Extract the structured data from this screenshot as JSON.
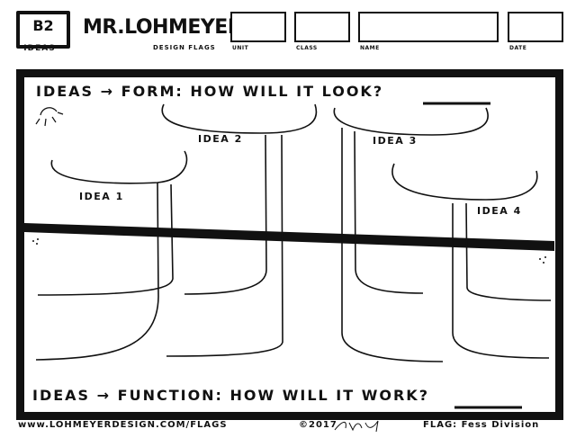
{
  "header": {
    "code": "B2",
    "code_label": "IDEAS",
    "logo_text": "MR.LOHMEYER'S",
    "logo_subtitle": "DESIGN FLAGS",
    "fields": [
      {
        "label": "UNIT"
      },
      {
        "label": "CLASS"
      },
      {
        "label": "NAME"
      },
      {
        "label": "DATE"
      }
    ]
  },
  "main": {
    "top_heading": {
      "prefix": "IDEAS",
      "arrow": "→",
      "text": "FORM: HOW WILL IT ",
      "emphasis": "LOOK",
      "suffix": "?"
    },
    "bottom_heading": {
      "prefix": "IDEAS",
      "arrow": "→",
      "text": "FUNCTION: HOW WILL IT ",
      "emphasis": "WORK",
      "suffix": "?"
    },
    "ideas": [
      {
        "label": "IDEA 1"
      },
      {
        "label": "IDEA 2"
      },
      {
        "label": "IDEA 3"
      },
      {
        "label": "IDEA 4"
      }
    ]
  },
  "footer": {
    "website": "www.LOHMEYERDESIGN.COM/FLAGS",
    "copyright": "©2017",
    "flag": "FLAG: Fess Division"
  }
}
